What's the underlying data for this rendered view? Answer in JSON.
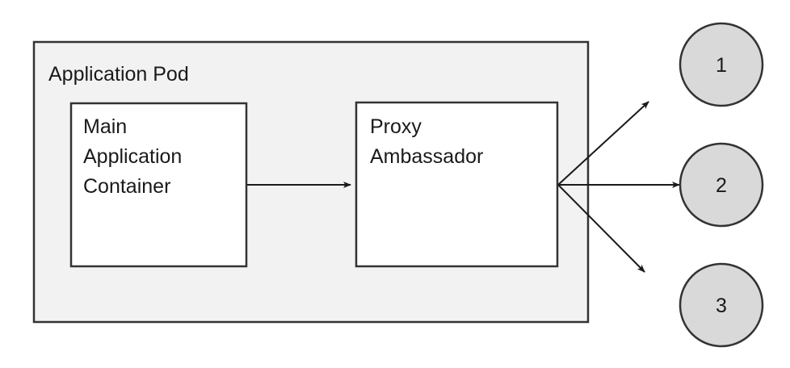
{
  "diagram": {
    "type": "architecture-diagram",
    "pod": {
      "title": "Application Pod",
      "fill": "#f2f2f2",
      "stroke": "#333333"
    },
    "containers": [
      {
        "id": "main-application-container",
        "lines": [
          "Main",
          "Application",
          "Container"
        ],
        "fill": "#ffffff",
        "stroke": "#333333"
      },
      {
        "id": "proxy-ambassador",
        "lines": [
          "Proxy",
          "Ambassador"
        ],
        "fill": "#ffffff",
        "stroke": "#333333"
      }
    ],
    "endpoints": [
      {
        "id": "endpoint-1",
        "label": "1",
        "fill": "#d9d9d9",
        "stroke": "#333333"
      },
      {
        "id": "endpoint-2",
        "label": "2",
        "fill": "#d9d9d9",
        "stroke": "#333333"
      },
      {
        "id": "endpoint-3",
        "label": "3",
        "fill": "#d9d9d9",
        "stroke": "#333333"
      }
    ],
    "connectors": [
      {
        "id": "connector-main-to-proxy",
        "from": "main-application-container",
        "to": "proxy-ambassador",
        "arrow": "end"
      },
      {
        "id": "connector-proxy-to-endpoint-1",
        "from": "proxy-ambassador",
        "to": "endpoint-1",
        "arrow": "end"
      },
      {
        "id": "connector-proxy-to-endpoint-2",
        "from": "proxy-ambassador",
        "to": "endpoint-2",
        "arrow": "end"
      },
      {
        "id": "connector-proxy-to-endpoint-3",
        "from": "proxy-ambassador",
        "to": "endpoint-3",
        "arrow": "end"
      }
    ]
  }
}
